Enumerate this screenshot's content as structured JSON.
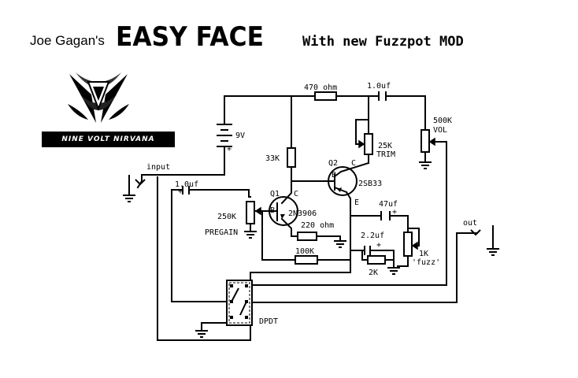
{
  "header": {
    "author": "Joe Gagan's",
    "title": "EASY FACE",
    "subtitle": "With new Fuzzpot MOD"
  },
  "logo": {
    "banner_text": "NINE VOLT NIRVANA"
  },
  "labels": {
    "r_470": "470 ohm",
    "c_out": "1.0uf",
    "battery": "9V",
    "battery_plus": "+",
    "pot_500k": "500K",
    "pot_500k_name": "VOL",
    "trim_val": "25K",
    "trim_name": "TRIM",
    "r_33k": "33K",
    "q2_name": "Q2",
    "q2_c": "C",
    "q2_b": "B",
    "q2_e": "E",
    "q2_part": "2SB33",
    "input": "input",
    "c_in": "1.0uf",
    "c_in_plus": "+",
    "q1_name": "Q1",
    "q1_c": "C",
    "q1_b": "B",
    "q1_part": "2N3906",
    "r_220": "220 ohm",
    "pregain_val": "250K",
    "pregain_name": "PREGAIN",
    "r_100k": "100K",
    "c_47": "47uf",
    "c_47_plus": "+",
    "c_22": "2.2uf",
    "c_22_plus": "+",
    "fuzz_val": "1K",
    "fuzz_name": "'fuzz'",
    "r_2k": "2K",
    "out": "out",
    "dpdt": "DPDT"
  }
}
